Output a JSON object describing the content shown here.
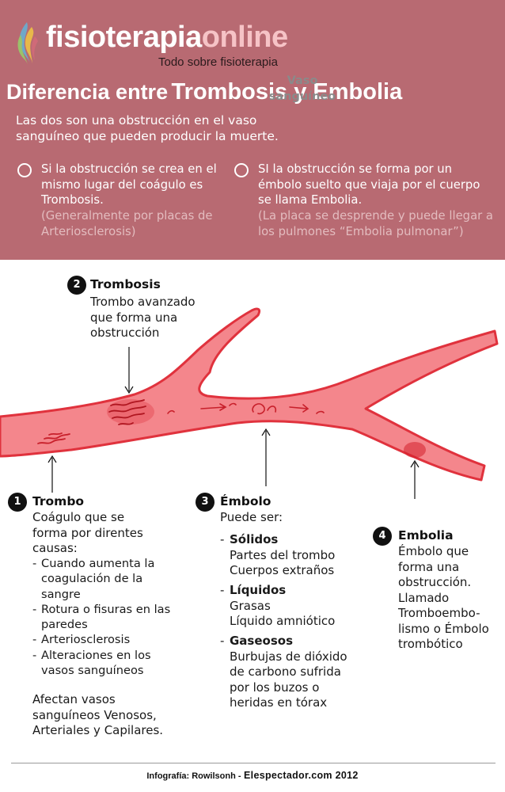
{
  "header": {
    "brand_part1": "fisioterapia",
    "brand_part2": "online",
    "tagline": "Todo sobre fisioterapia",
    "title_part1": "Diferencia entre",
    "title_part2": "Trombosis y Embolia",
    "intro": "Las dos son una obstrucción en el vaso sanguíneo que pueden producir la muerte.",
    "options": [
      {
        "main": "Si la obstrucción se crea en el mismo lugar del coágulo es Trombosis.",
        "note": "(Generalmente por placas de Arteriosclerosis)"
      },
      {
        "main": "SI la obstrucción se forma por un émbolo suelto que viaja por el cuerpo se llama Embolia.",
        "note": "(La placa se desprende y puede llegar a los pulmones “Embolia pulmonar”)"
      }
    ]
  },
  "diagram": {
    "vessel_label": "Vaso sanguíneo",
    "colors": {
      "vessel_fill": "#f4868c",
      "vessel_stroke": "#e0323d",
      "header_bg": "#b86a72"
    },
    "trombosis": {
      "number": "2",
      "title": "Trombosis",
      "text": "Trombo avanzado que forma una obstrucción"
    },
    "trombo": {
      "number": "1",
      "title": "Trombo",
      "intro": "Coágulo que se forma por direntes causas:",
      "causes": [
        "Cuando aumenta la coagulación de la sangre",
        "Rotura o fisuras en las paredes",
        "Arteriosclerosis",
        "Alteraciones en los vasos sanguíneos"
      ],
      "affects": "Afectan vasos sanguíneos Venosos, Arteriales y Capilares."
    },
    "embolo": {
      "number": "3",
      "title": "Émbolo",
      "subtitle": "Puede ser:",
      "groups": [
        {
          "name": "Sólidos",
          "items": [
            "Partes del trombo",
            "Cuerpos extraños"
          ]
        },
        {
          "name": "Líquidos",
          "items": [
            "Grasas",
            "Líquido amniótico"
          ]
        },
        {
          "name": "Gaseosos",
          "items": [
            "Burbujas de dióxido de carbono sufrida por los buzos o heridas en tórax"
          ]
        }
      ]
    },
    "embolia": {
      "number": "4",
      "title": "Embolia",
      "text": "Émbolo que forma una obstrucción. Llamado Tromboembo-lismo o Émbolo trombótico"
    }
  },
  "footer": {
    "credit": "Infografía: Rowilsonh -",
    "source": "Elespectador.com 2012"
  }
}
